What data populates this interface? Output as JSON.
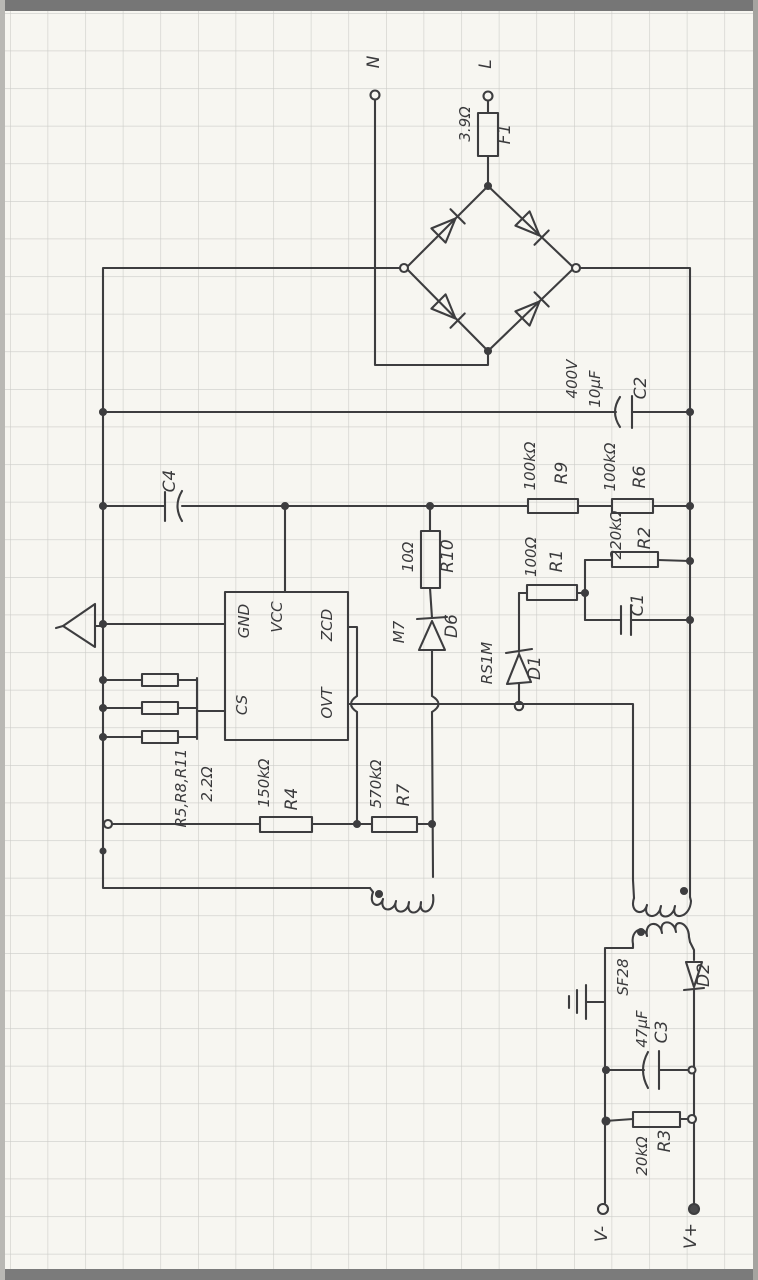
{
  "terminals": {
    "n": "N",
    "l": "L",
    "v_minus": "V-",
    "v_plus": "V+"
  },
  "ic": {
    "pin_gnd": "GND",
    "pin_vcc": "VCC",
    "pin_zcd": "ZCD",
    "pin_cs": "CS",
    "pin_out": "OVT"
  },
  "components": {
    "f1": {
      "ref": "F1",
      "value": "3.9Ω"
    },
    "c2": {
      "ref": "C2",
      "value": "10µF",
      "rating": "400V"
    },
    "c4": {
      "ref": "C4"
    },
    "c1": {
      "ref": "C1"
    },
    "r9": {
      "ref": "R9",
      "value": "100kΩ"
    },
    "r6": {
      "ref": "R6",
      "value": "100kΩ"
    },
    "r2": {
      "ref": "R2",
      "value": "220kΩ"
    },
    "r1": {
      "ref": "R1",
      "value": "100Ω"
    },
    "r10": {
      "ref": "R10",
      "value": "10Ω"
    },
    "d6": {
      "ref": "D6",
      "value": "M7"
    },
    "d1": {
      "ref": "D1",
      "value": "RS1M"
    },
    "rsense": {
      "ref": "R5,R8,R11",
      "value": "2.2Ω"
    },
    "r4": {
      "ref": "R4",
      "value": "150kΩ"
    },
    "r7": {
      "ref": "R7",
      "value": "570kΩ"
    },
    "d2": {
      "ref": "D2",
      "value": "SF28"
    },
    "c3": {
      "ref": "C3",
      "value": "47µF"
    },
    "r3": {
      "ref": "R3",
      "value": "20kΩ"
    }
  }
}
